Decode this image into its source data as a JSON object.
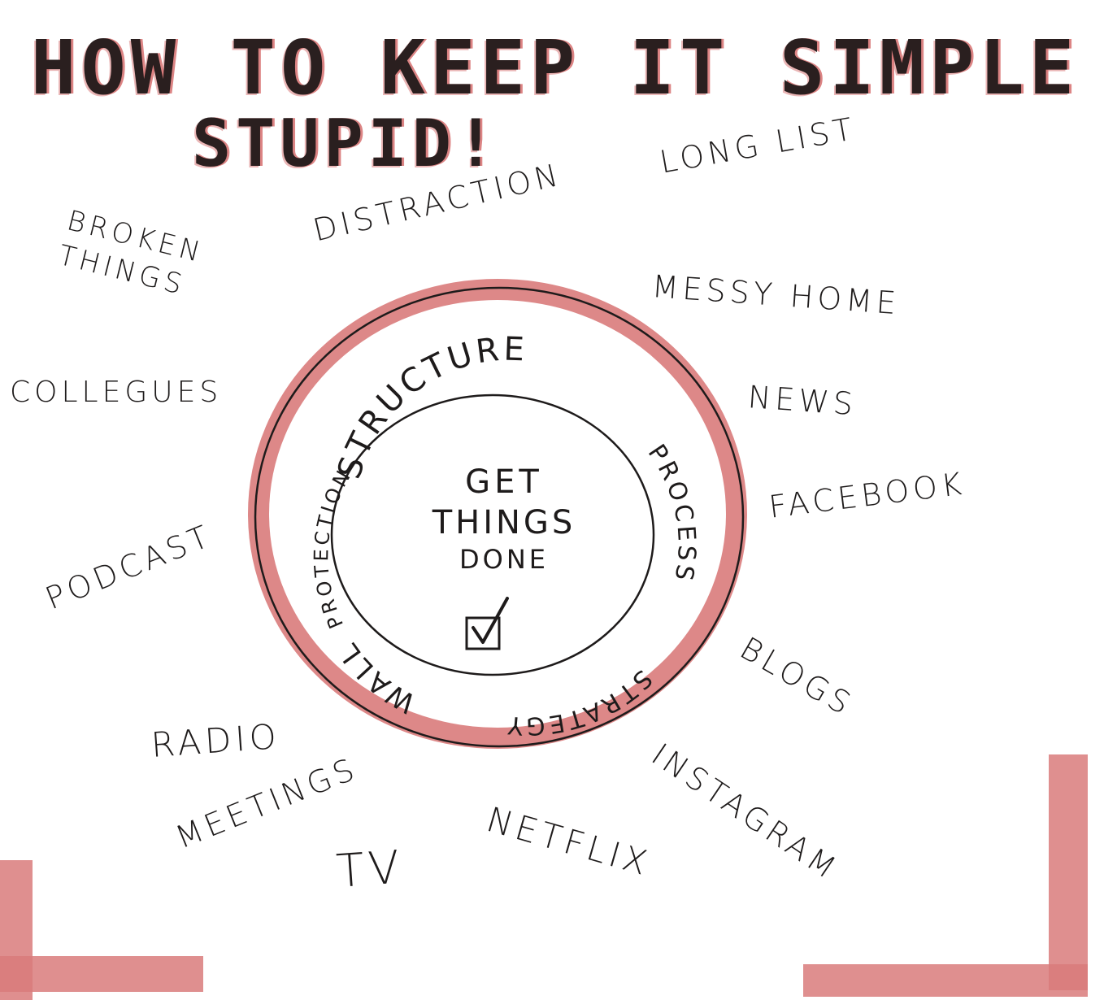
{
  "title": {
    "line1": "HOW TO KEEP IT SIMPLE",
    "line2": "STUPID!"
  },
  "center": {
    "line1": "GET",
    "line2": "THINGS",
    "line3": "DONE",
    "icon": "checkbox-checked-icon"
  },
  "ring_labels": {
    "structure": "STRUCTURE",
    "process": "PROCESS",
    "strategy": "STRATEGY",
    "wall": "WALL",
    "protection": "PROTECTION"
  },
  "distractions": {
    "broken_things": "BROKEN THINGS",
    "distraction": "DISTRACTION",
    "long_list": "LONG LIST",
    "messy_home": "MESSY HOME",
    "colleagues": "COLLEGUES",
    "news": "NEWS",
    "facebook": "FACEBOOK",
    "podcast": "PODCAST",
    "blogs": "BLOGS",
    "radio": "RADIO",
    "instagram": "INSTAGRAM",
    "meetings": "MEETINGS",
    "netflix": "NETFLIX",
    "tv": "TV"
  },
  "colors": {
    "accent": "#d97b7b",
    "ink": "#1e1b1b",
    "background": "#ffffff"
  }
}
